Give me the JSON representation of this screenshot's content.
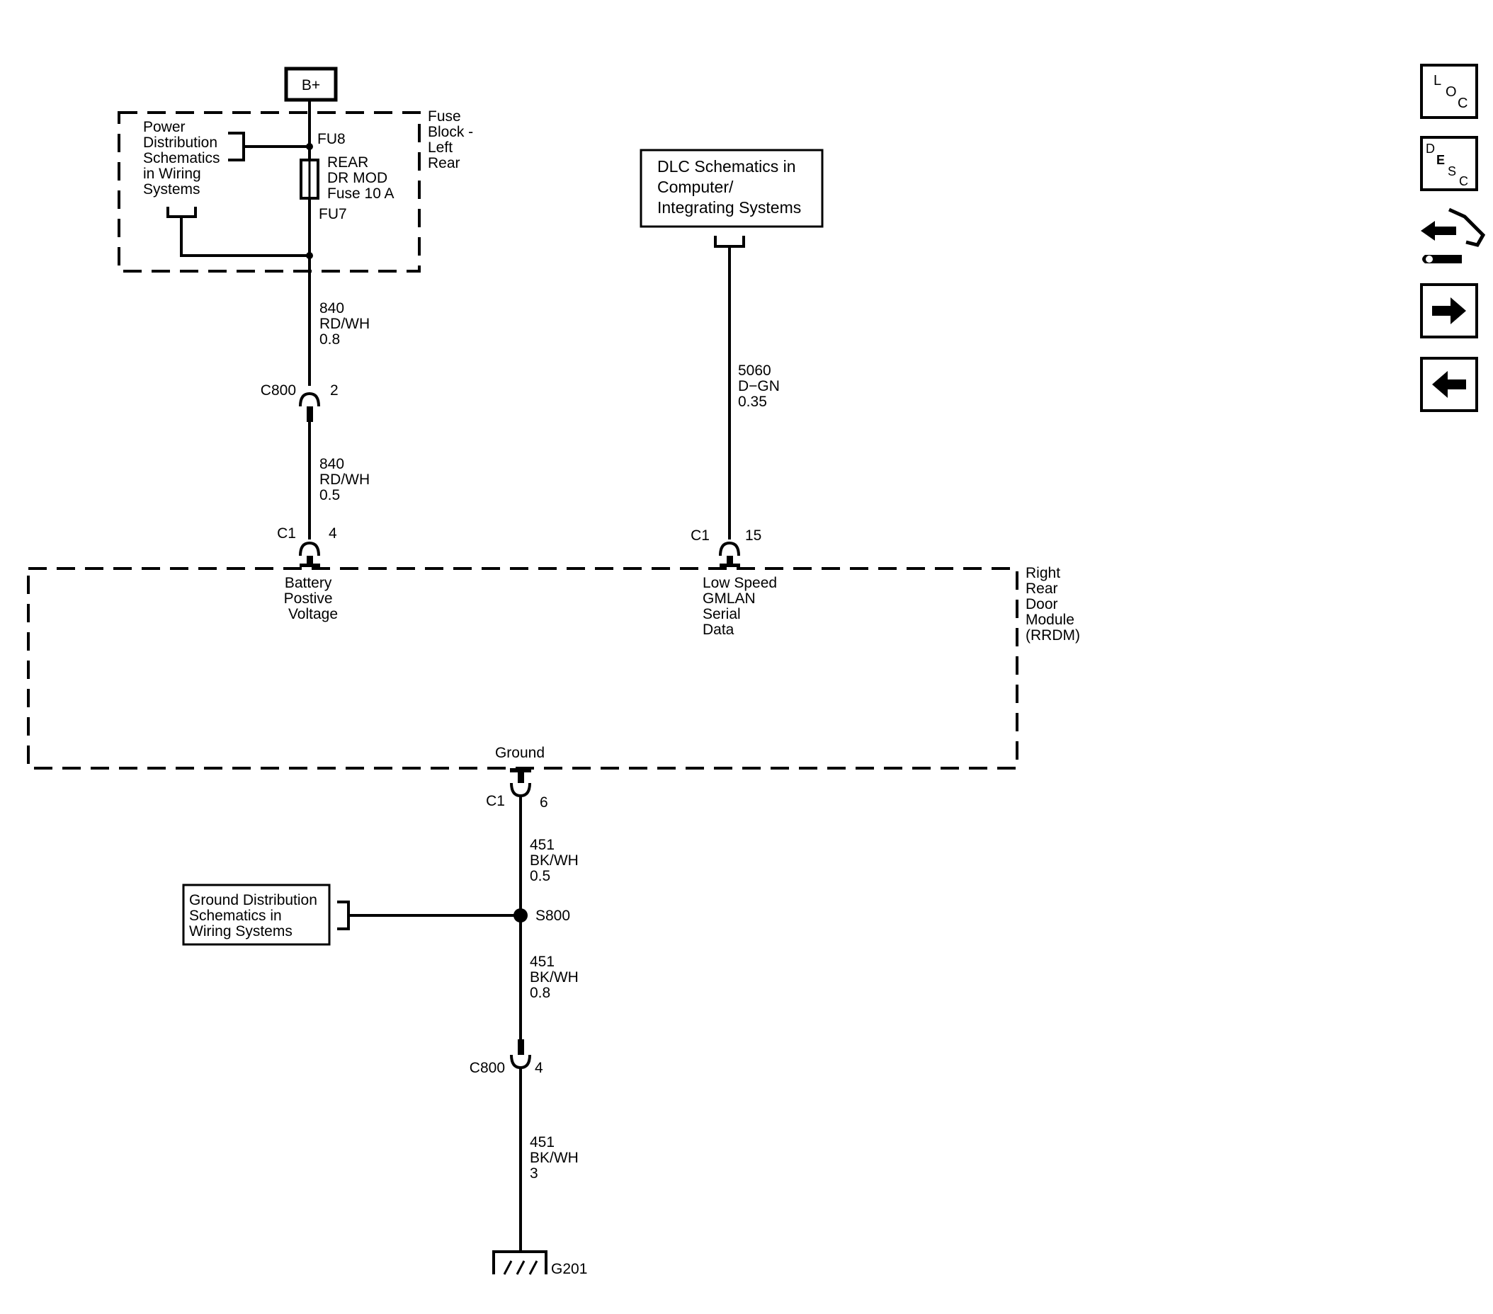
{
  "power": {
    "source_label": "B+",
    "ref_text": [
      "Power",
      "Distribution",
      "Schematics",
      "in Wiring",
      "Systems"
    ],
    "fuse_block_label": [
      "Fuse",
      "Block -",
      "Left",
      "Rear"
    ],
    "fuse_terminal_top": "FU8",
    "fuse_name": [
      "REAR",
      "DR MOD",
      "Fuse 10 A"
    ],
    "fuse_terminal_bottom": "FU7"
  },
  "wires": {
    "w840a": [
      "840",
      "RD/WH",
      "0.8"
    ],
    "w840b": [
      "840",
      "RD/WH",
      "0.5"
    ],
    "w5060": [
      "5060",
      "D−GN",
      "0.35"
    ],
    "w451a": [
      "451",
      "BK/WH",
      "0.5"
    ],
    "w451b": [
      "451",
      "BK/WH",
      "0.8"
    ],
    "w451c": [
      "451",
      "BK/WH",
      "3"
    ]
  },
  "connectors": {
    "c800_top": {
      "name": "C800",
      "pin": "2"
    },
    "c1_battery": {
      "name": "C1",
      "pin": "4"
    },
    "c1_serial": {
      "name": "C1",
      "pin": "15"
    },
    "c1_ground": {
      "name": "C1",
      "pin": "6"
    },
    "c800_bottom": {
      "name": "C800",
      "pin": "4"
    }
  },
  "dlc": {
    "text": [
      "DLC Schematics in",
      "Computer/",
      "Integrating Systems"
    ]
  },
  "module": {
    "name": [
      "Right",
      "Rear",
      "Door",
      "Module",
      "(RRDM)"
    ],
    "pin_battery": [
      "Battery",
      "Postive",
      "Voltage"
    ],
    "pin_serial": [
      "Low Speed",
      "GMLAN",
      "Serial",
      "Data"
    ],
    "pin_ground": "Ground"
  },
  "ground": {
    "ref_text": [
      "Ground Distribution",
      "Schematics in",
      "Wiring Systems"
    ],
    "splice": "S800",
    "point": "G201"
  },
  "nav": {
    "loc": {
      "l": "L",
      "o": "O",
      "c": "C"
    },
    "desc": {
      "d": "D",
      "e": "E",
      "s": "S",
      "c": "C"
    },
    "icons": [
      "location-icon",
      "description-icon",
      "connector-end-view-icon",
      "next-arrow-icon",
      "previous-arrow-icon"
    ]
  }
}
